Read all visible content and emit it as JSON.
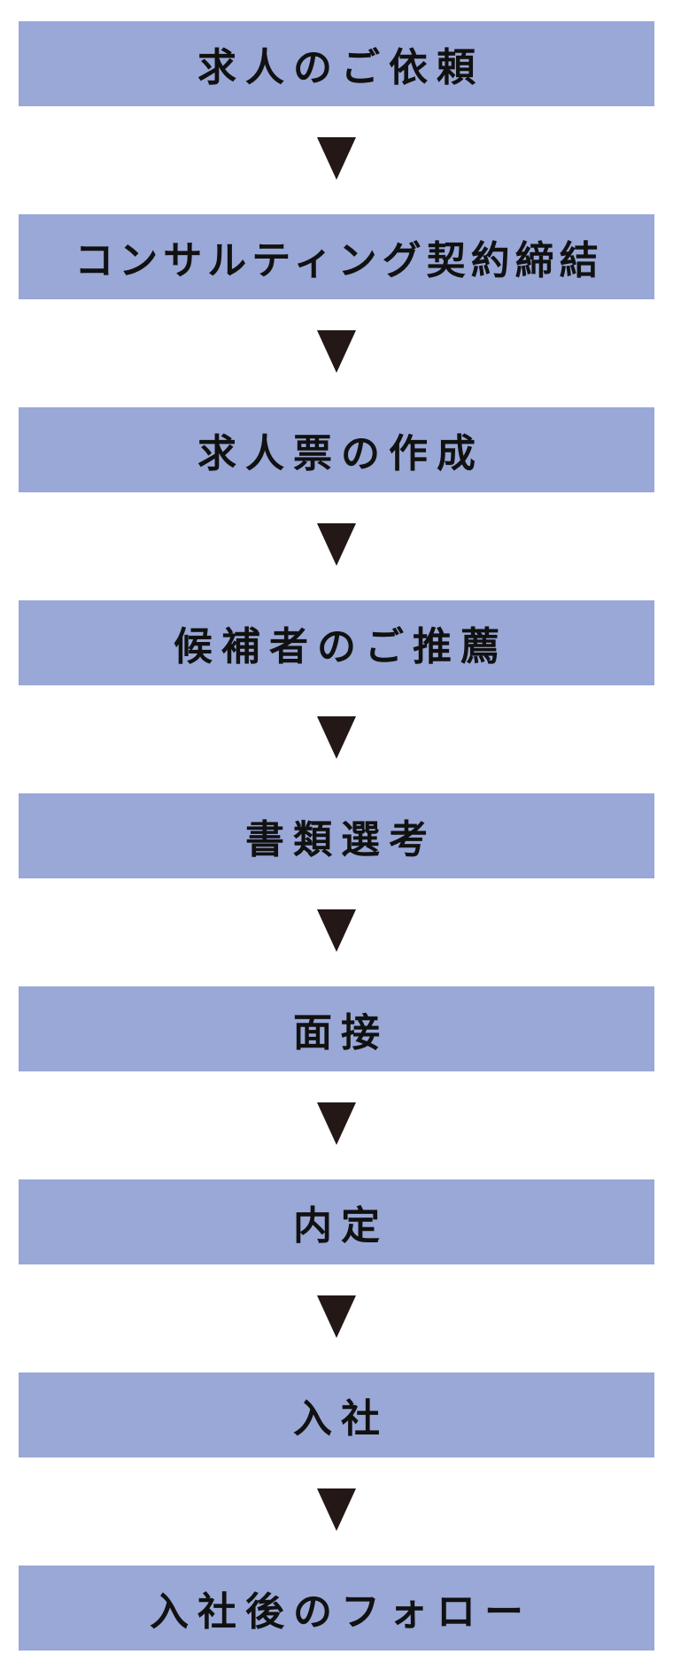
{
  "colors": {
    "box_fill": "#99a8d6",
    "arrow_fill": "#231816",
    "text": "#111111"
  },
  "steps": [
    {
      "label": "求人のご依頼"
    },
    {
      "label": "コンサルティング契約締結"
    },
    {
      "label": "求人票の作成"
    },
    {
      "label": "候補者のご推薦"
    },
    {
      "label": "書類選考"
    },
    {
      "label": "面接"
    },
    {
      "label": "内定"
    },
    {
      "label": "入社"
    },
    {
      "label": "入社後のフォロー"
    }
  ],
  "connector_icon": "down-triangle-icon"
}
